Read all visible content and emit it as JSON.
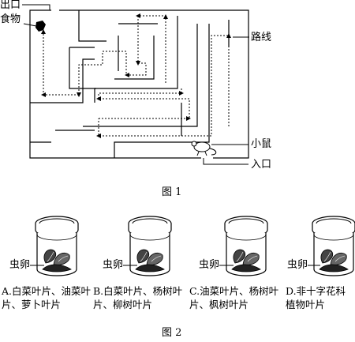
{
  "figure1": {
    "caption": "图 1",
    "labels": {
      "exit": "出口",
      "food": "食物",
      "route": "路线",
      "mouse": "小鼠",
      "entrance": "入口"
    }
  },
  "figure2": {
    "caption": "图 2",
    "jars": [
      {
        "egg_label": "虫卵",
        "option": "A.白菜叶片、油菜叶片、萝卜叶片"
      },
      {
        "egg_label": "虫卵",
        "option": "B.白菜叶片、杨树叶片、柳树叶片"
      },
      {
        "egg_label": "虫卵",
        "option": "C.油菜叶片、杨树叶片、枫树叶片"
      },
      {
        "egg_label": "虫卵",
        "option": "D.非十字花科植物叶片"
      }
    ]
  }
}
